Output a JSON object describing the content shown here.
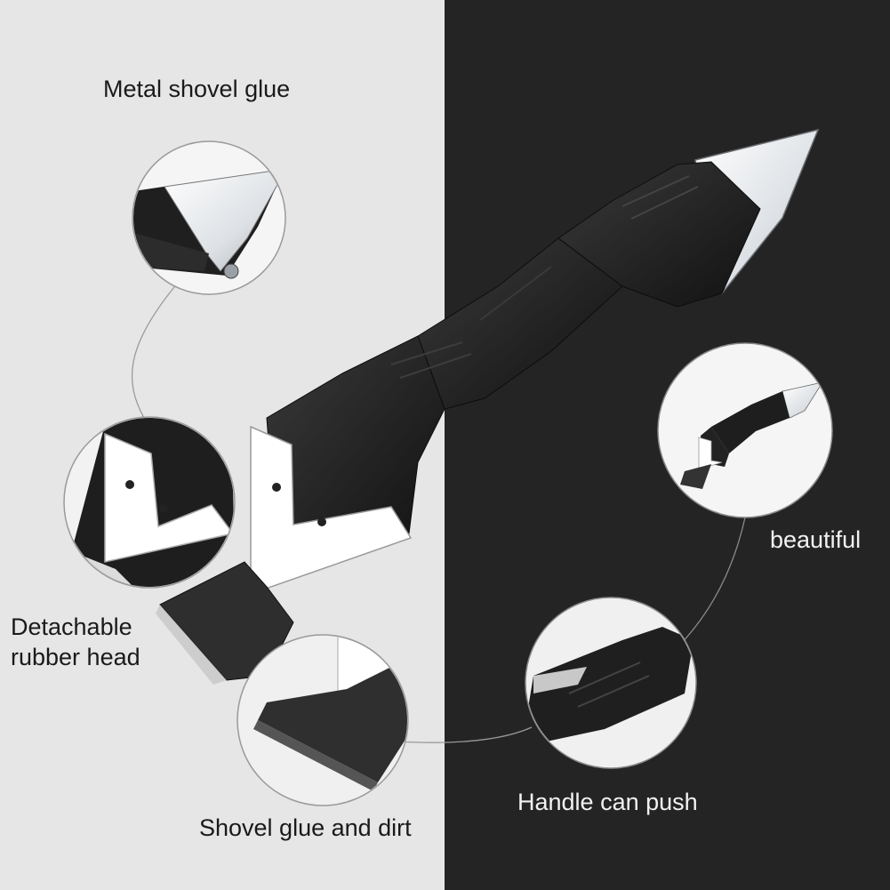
{
  "colors": {
    "left_background": "#e6e6e6",
    "right_background": "#242424",
    "handle": "#1e1e1e",
    "rubber_head": "#ffffff",
    "blade": "#e9ecef"
  },
  "labels": {
    "metal": "Metal shovel glue",
    "detachable_line1": "Detachable",
    "detachable_line2": "rubber head",
    "shovel": "Shovel glue and dirt",
    "beautiful": "beautiful",
    "handle": "Handle can push"
  }
}
